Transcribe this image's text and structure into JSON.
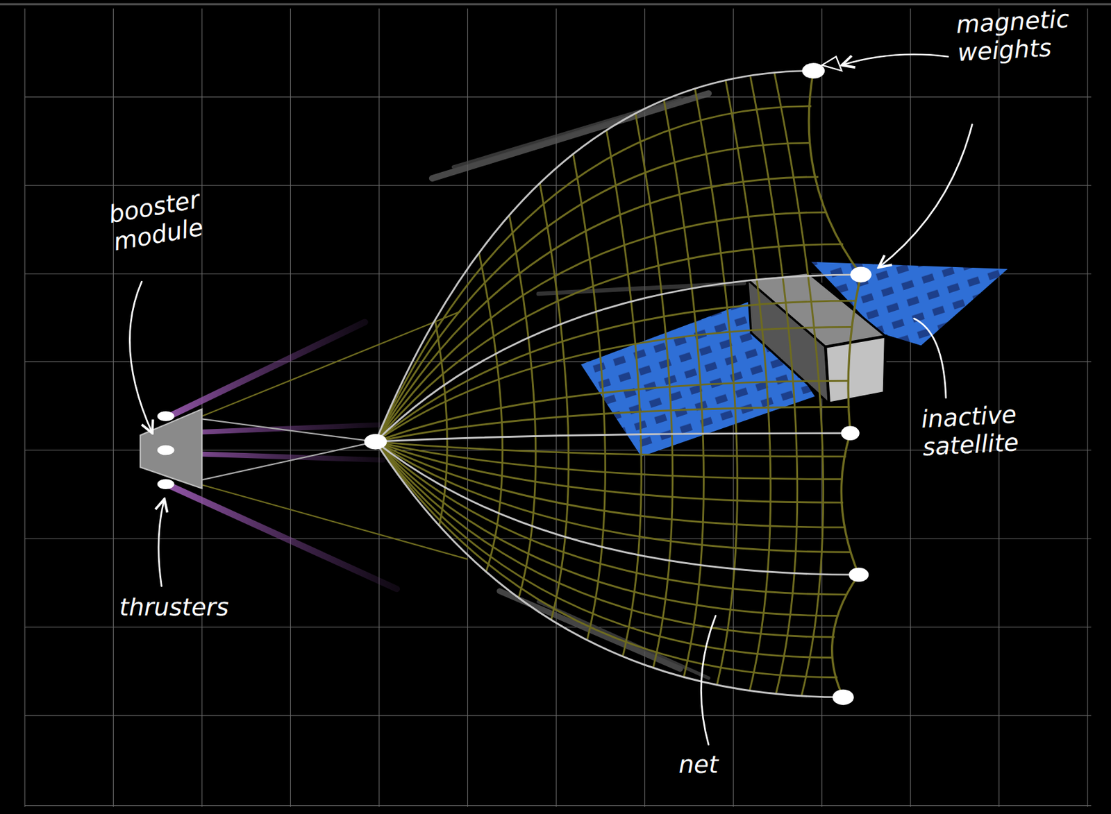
{
  "diagram": {
    "labels": [
      "magnetic weights",
      "booster module",
      "inactive satellite",
      "thrusters",
      "net"
    ]
  }
}
